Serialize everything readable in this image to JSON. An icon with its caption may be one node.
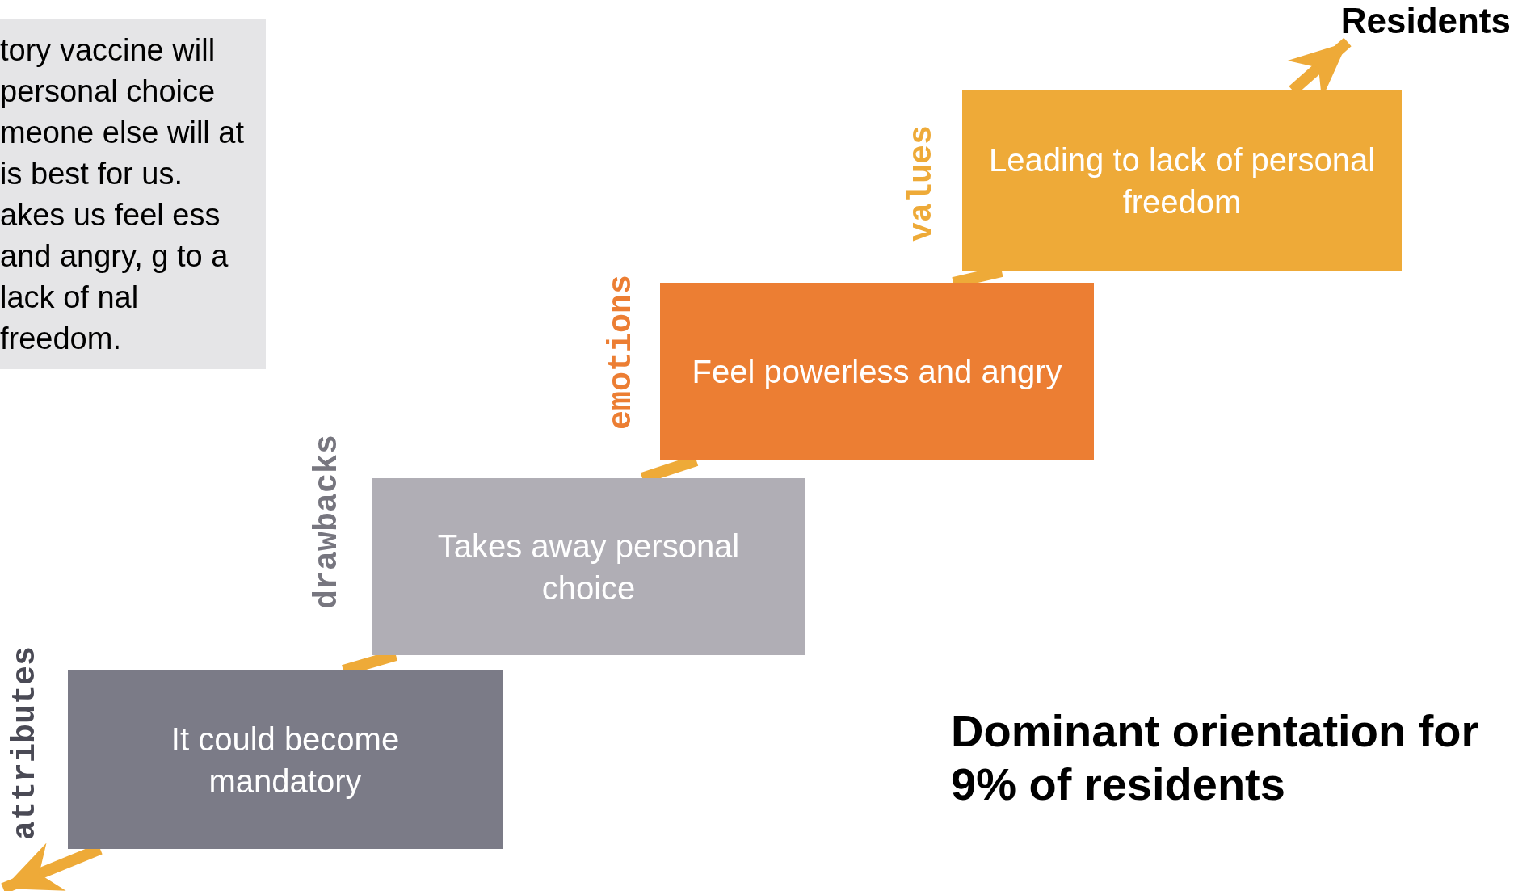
{
  "diagram": {
    "nodes": [
      {
        "text": [
          "tory vaccine will personal choice meone else will at is best for us. akes us feel ess and angry, g to a lack of nal freedom."
        ]
      },
      {
        "text": [
          "It could become mandatory"
        ],
        "beside": [
          "attributes"
        ]
      },
      {
        "text": [
          "Takes away personal choice"
        ],
        "beside": [
          "drawbacks"
        ]
      },
      {
        "text": [
          "Feel powerless and angry"
        ],
        "beside": [
          "emotions"
        ]
      },
      {
        "text": [
          "Leading to lack of personal freedom"
        ],
        "beside": [
          "values"
        ]
      },
      {
        "text": [
          "Residents"
        ]
      }
    ],
    "edges": [
      {
        "from": 1,
        "to": null,
        "arrow": "to"
      },
      {
        "from": 1,
        "to": 2,
        "arrow": "none"
      },
      {
        "from": 2,
        "to": 3,
        "arrow": "none"
      },
      {
        "from": 3,
        "to": 4,
        "arrow": "none"
      },
      {
        "from": 4,
        "to": 5,
        "arrow": "to"
      }
    ],
    "labels": [
      "Dominant orientation for 9% of residents"
    ]
  }
}
